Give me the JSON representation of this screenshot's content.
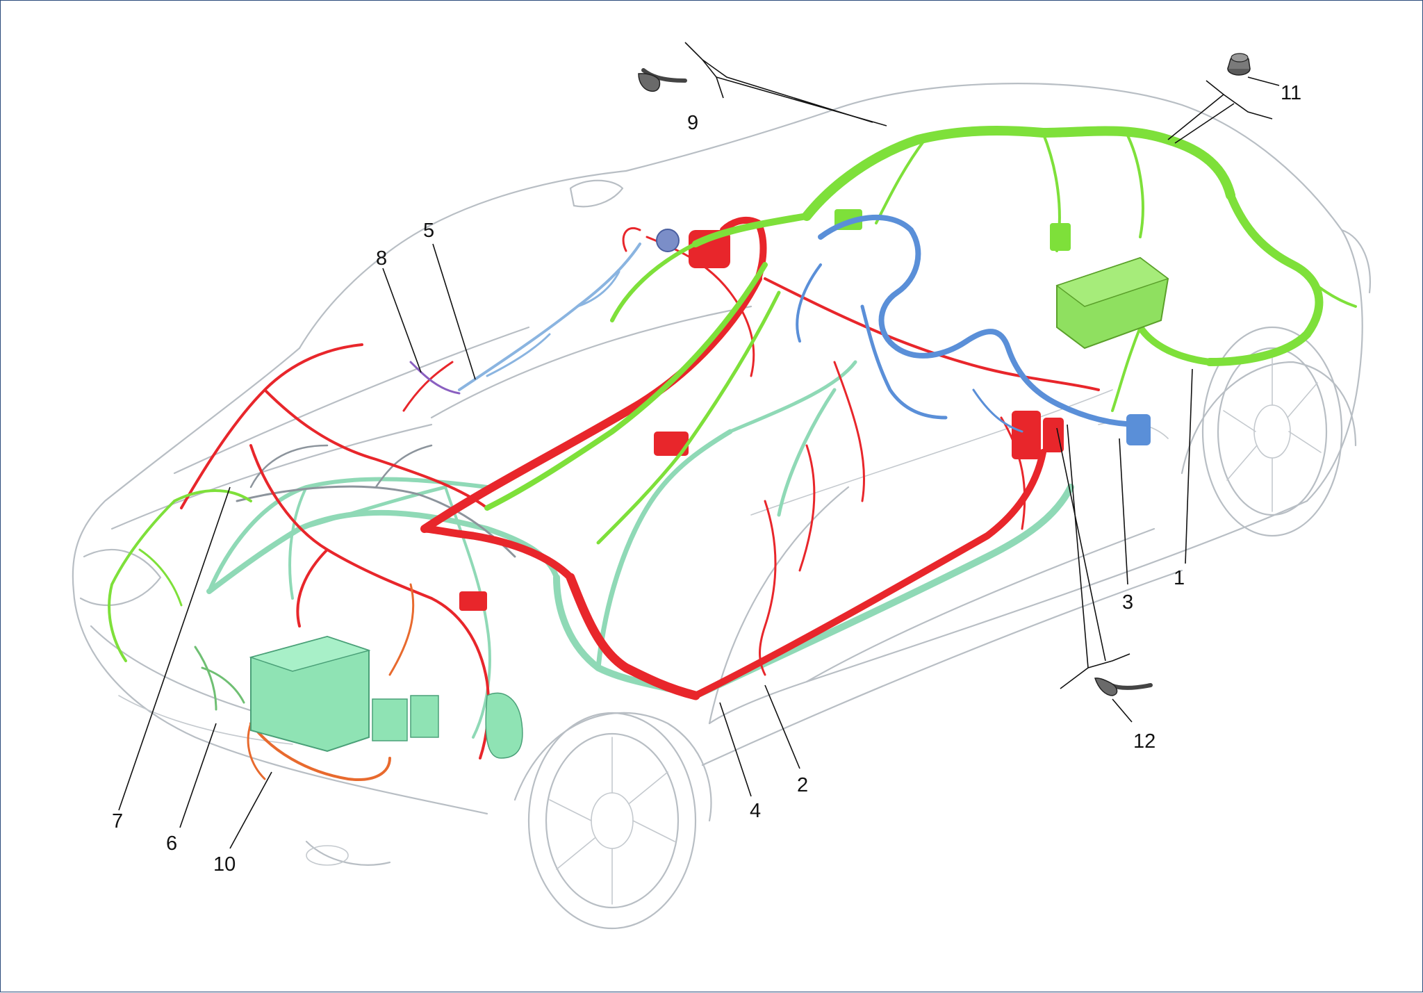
{
  "diagram": {
    "callouts": [
      "1",
      "2",
      "3",
      "4",
      "5",
      "6",
      "7",
      "8",
      "9",
      "10",
      "11",
      "12"
    ],
    "harness_colors": {
      "harness_1": "#7ee03a",
      "harness_2": "#8fd9b6",
      "harness_3": "#5a8fd8",
      "harness_4": "#e8262b",
      "harness_5": "#8ab4e0",
      "harness_6": "#6fbf73",
      "harness_7": "#9aa0a6",
      "harness_8": "#8a5fc0",
      "harness_10": "#e86a2e"
    },
    "outline_color": "#b8bec4"
  }
}
